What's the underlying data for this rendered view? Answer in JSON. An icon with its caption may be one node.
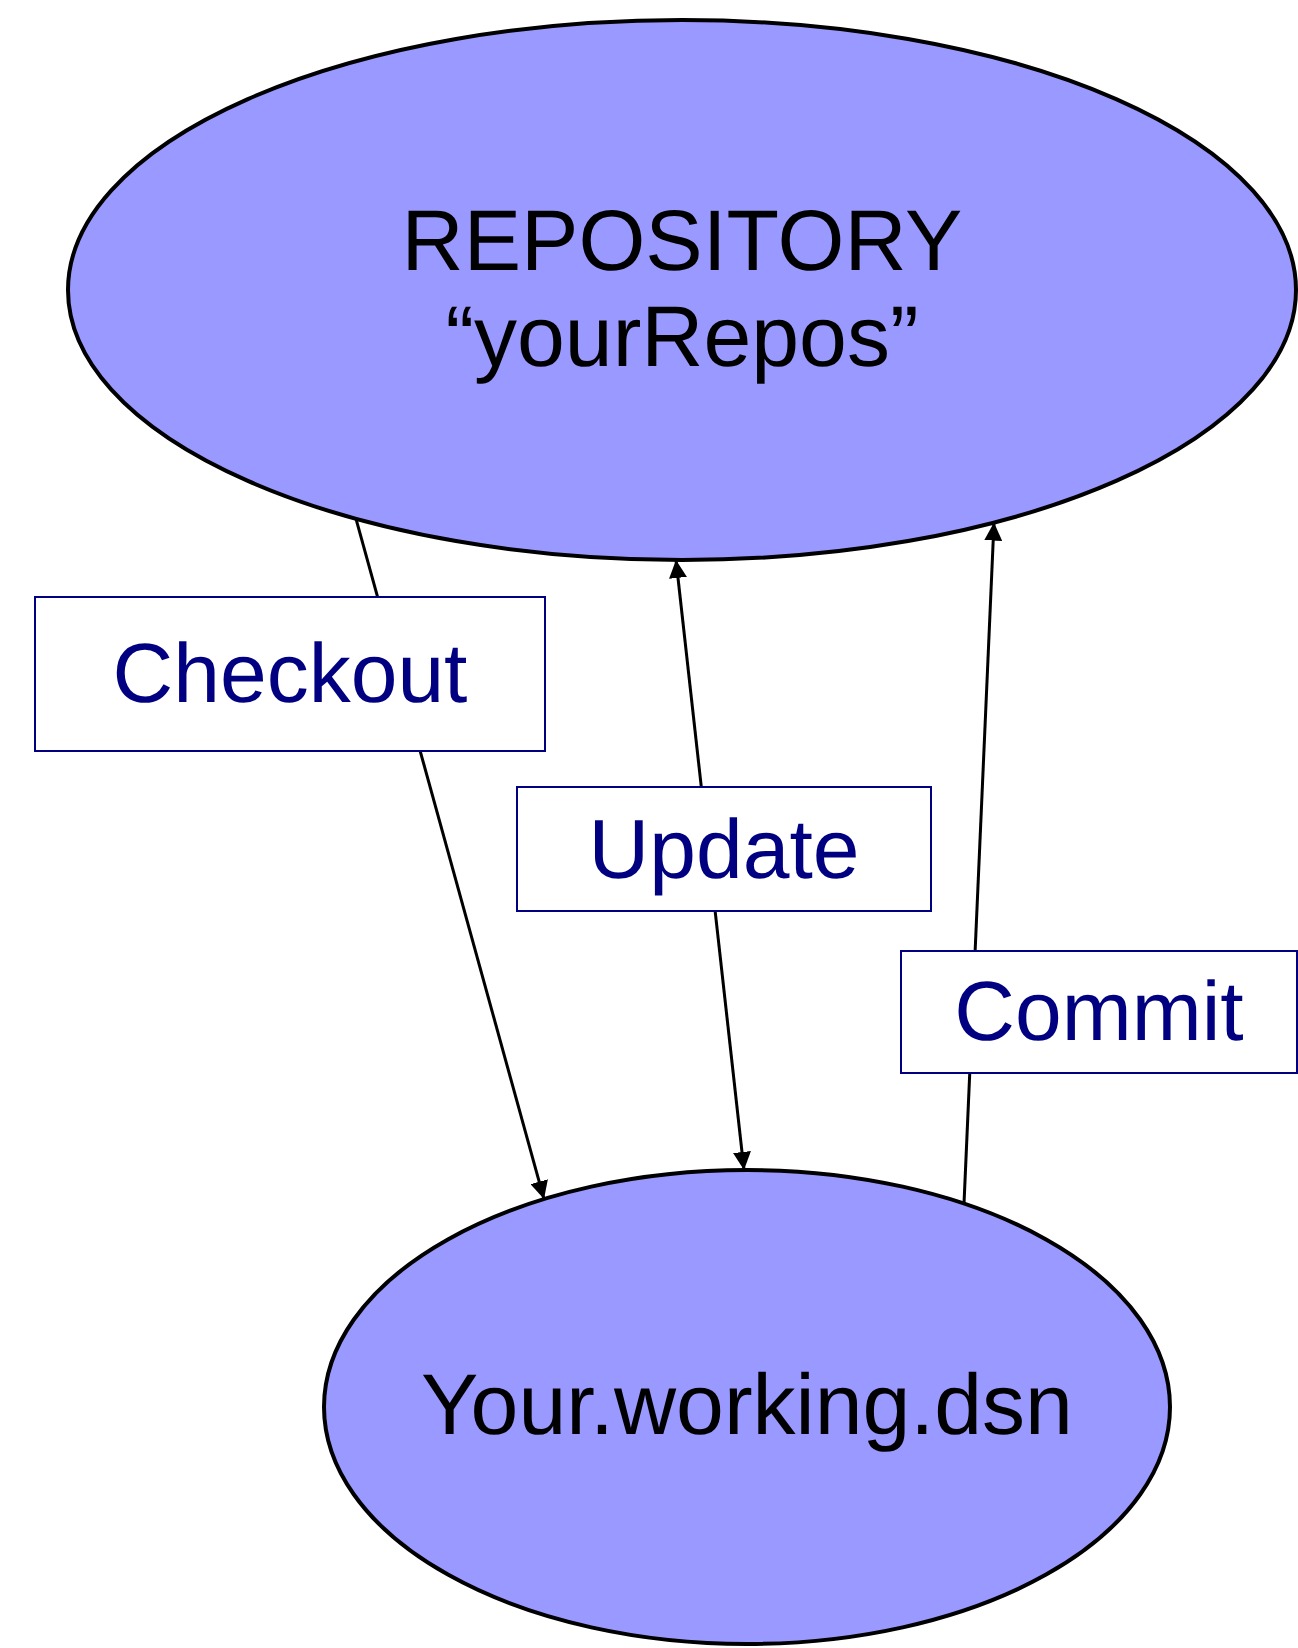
{
  "diagram": {
    "nodes": [
      {
        "text": [
          "REPOSITORY",
          "“yourRepos”"
        ]
      },
      {
        "text": [
          "Your.working.dsn"
        ]
      }
    ],
    "edges": [
      {
        "from": 0,
        "to": 1,
        "arrow": "to",
        "label": "Checkout"
      },
      {
        "from": 0,
        "to": 1,
        "arrow": "both",
        "label": "Update"
      },
      {
        "from": 1,
        "to": 0,
        "arrow": "to",
        "label": "Commit"
      }
    ]
  }
}
